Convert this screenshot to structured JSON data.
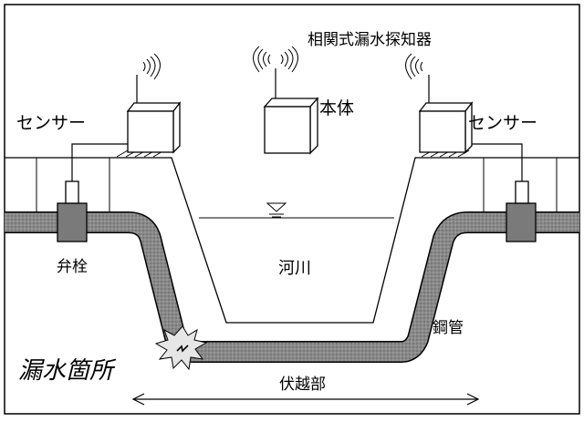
{
  "labels": {
    "system_name": "相関式漏水探知器",
    "main_unit": "本体",
    "sensor_left": "センサー",
    "sensor_right": "センサー",
    "valve_plug": "弁栓",
    "river": "河川",
    "steel_pipe": "鋼管",
    "leak_point": "漏水箇所",
    "crossing_section": "伏越部"
  },
  "colors": {
    "pipe_fill": "#8a8a8a",
    "valve_fill": "#7a7a7a",
    "line": "#000000",
    "background": "#ffffff"
  },
  "icons": {
    "antenna": "radio-wave-icon",
    "leak_burst": "burst-icon",
    "water_level": "water-surface-icon",
    "ground_hatch": "ground-hatch-icon"
  }
}
